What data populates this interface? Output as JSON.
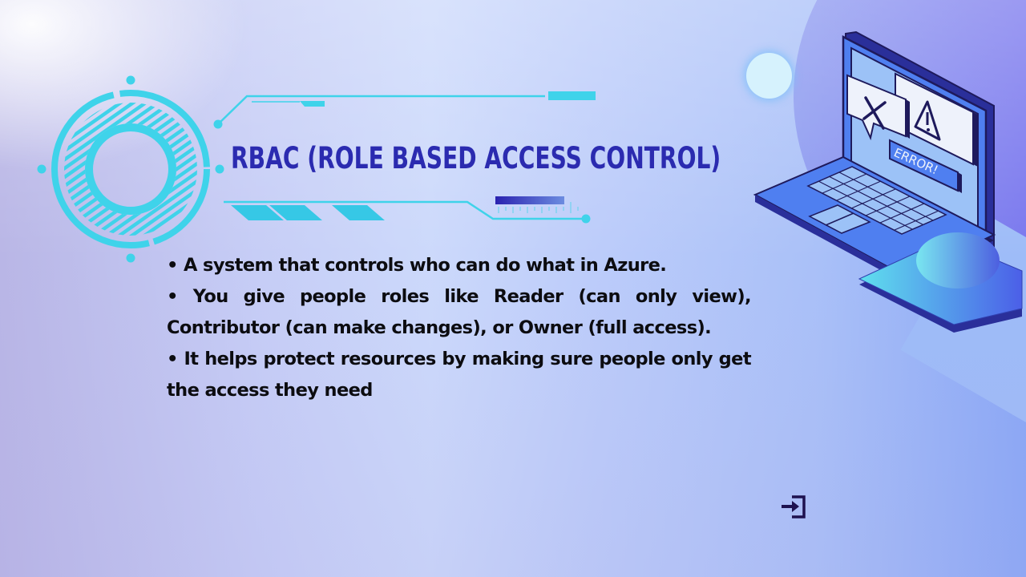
{
  "slide": {
    "title": "RBAC (ROLE BASED ACCESS CONTROL)",
    "bullets": [
      {
        "text": "• A system that controls who can do what in Azure."
      },
      {
        "text": "• You give people roles like Reader (can only view), Contributor (can make changes), or Owner (full access)."
      },
      {
        "text": " • It helps protect resources by making sure people only get the access they need"
      }
    ]
  },
  "illustration": {
    "laptop_badge": "ERROR!",
    "icons": [
      "close-icon",
      "warning-icon"
    ]
  },
  "controls": {
    "exit_icon": "exit-icon"
  },
  "colors": {
    "title": "#2b2bb0",
    "accent_cyan": "#3fd3ea",
    "body_text": "#0c0c10",
    "laptop_blue": "#4f7ff0",
    "laptop_outline": "#1e1a5c"
  }
}
